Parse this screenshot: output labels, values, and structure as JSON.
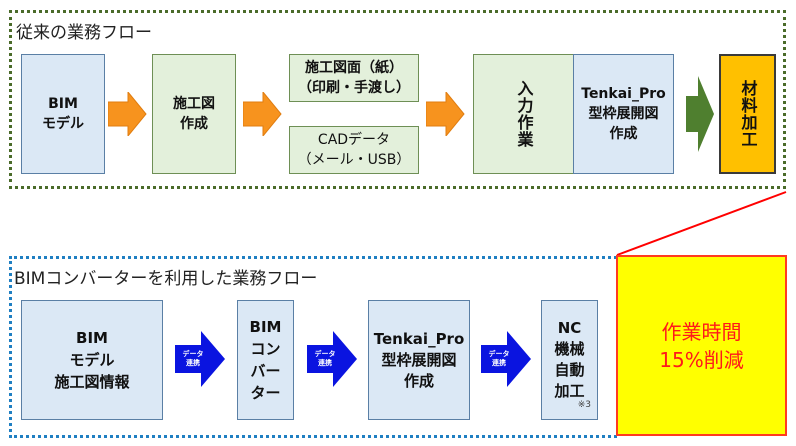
{
  "top_flow": {
    "title": "従来の業務フロー",
    "bim_model": "BIM\nモデル",
    "construction_drawing": "施工図\n作成",
    "paper_drawing": "施工図面（紙）\n（印刷・手渡し）",
    "cad_data": "CADデータ\n（メール・USB）",
    "input_work": "入力作業",
    "tenkai_pro": "Tenkai_Pro\n型枠展開図\n作成",
    "material_processing": "材料加工"
  },
  "bottom_flow": {
    "title": "BIMコンバーターを利用した業務フロー",
    "bim_model_info": "BIM\nモデル\n施工図情報",
    "bim_converter": "BIM\nコン\nバー\nター",
    "tenkai_pro": "Tenkai_Pro\n型枠展開図\n作成",
    "nc_machine": "NC\n機械\n自動\n加工",
    "nc_note": "※3",
    "arrow_label": "データ\n連携"
  },
  "result": {
    "text": "作業時間\n15%削減"
  },
  "colors": {
    "orange_arrow": "#f7931e",
    "green_arrow": "#4f7f2f",
    "blue_arrow": "#0a14e0",
    "highlight_bg": "#ffff00",
    "highlight_text": "#ff1a1a",
    "connector": "#ff0000"
  }
}
